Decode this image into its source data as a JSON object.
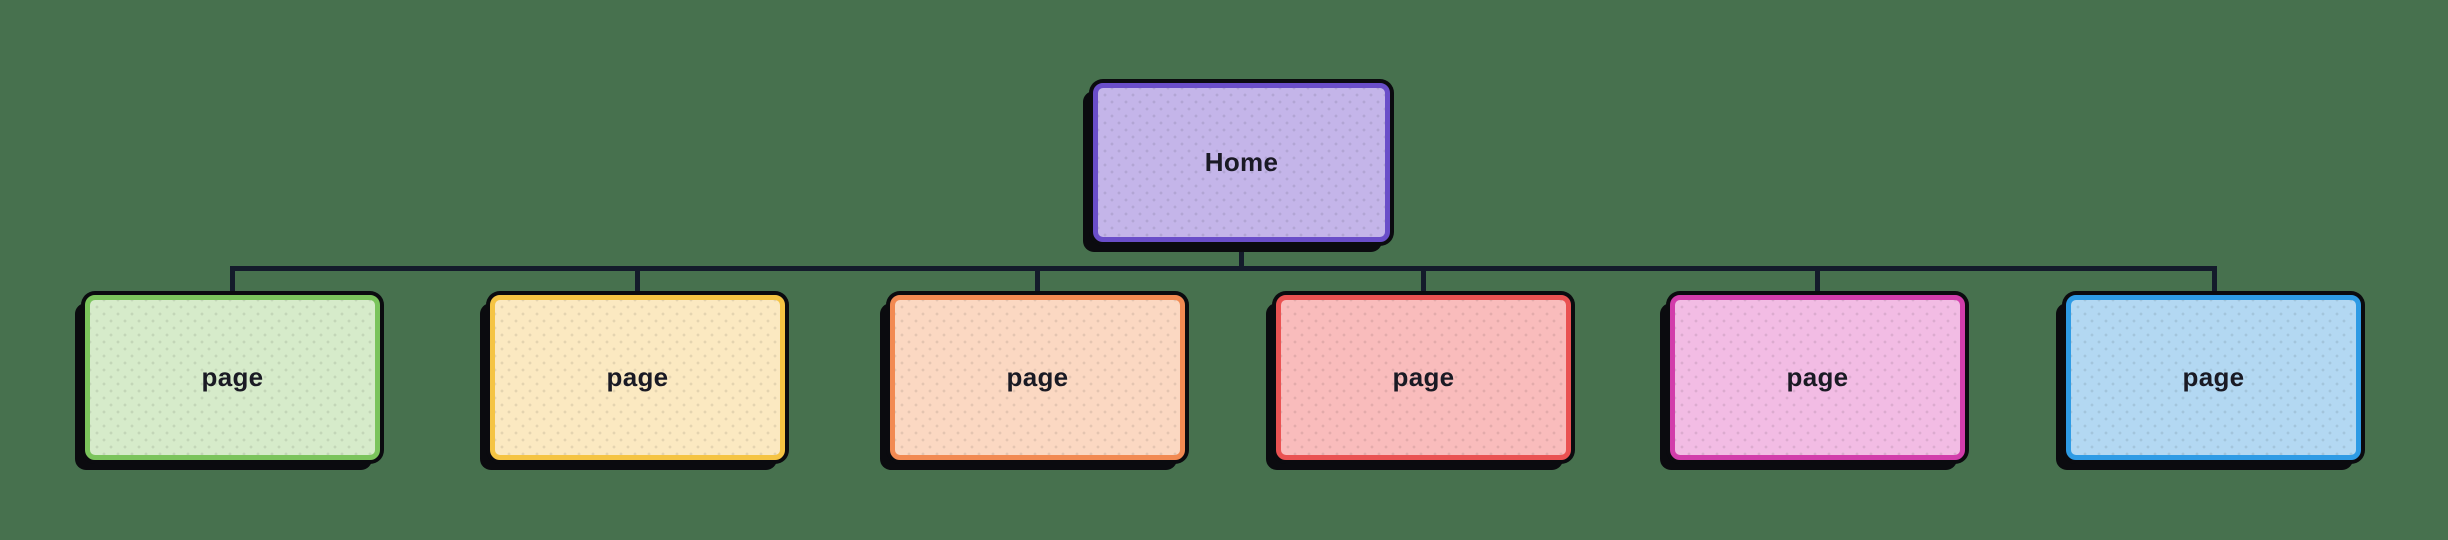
{
  "diagram": {
    "background_color": "#47714E",
    "line_color": "#141B2B",
    "outline_color": "#0B0B0F",
    "text_color": "#1A1A24",
    "root": {
      "label": "Home",
      "colors": {
        "border": "#6A4EC9",
        "fill": "#C4B5E9"
      }
    },
    "children": [
      {
        "label": "page",
        "colors": {
          "border": "#7BC45C",
          "fill": "#D6EBCA"
        }
      },
      {
        "label": "page",
        "colors": {
          "border": "#F5C443",
          "fill": "#FBE9C1"
        }
      },
      {
        "label": "page",
        "colors": {
          "border": "#F28A52",
          "fill": "#FBD8C2"
        }
      },
      {
        "label": "page",
        "colors": {
          "border": "#EA5252",
          "fill": "#F9BCBC"
        }
      },
      {
        "label": "page",
        "colors": {
          "border": "#D23DAB",
          "fill": "#F2BCE4"
        }
      },
      {
        "label": "page",
        "colors": {
          "border": "#2E9BE5",
          "fill": "#B3D8F2"
        }
      }
    ]
  }
}
